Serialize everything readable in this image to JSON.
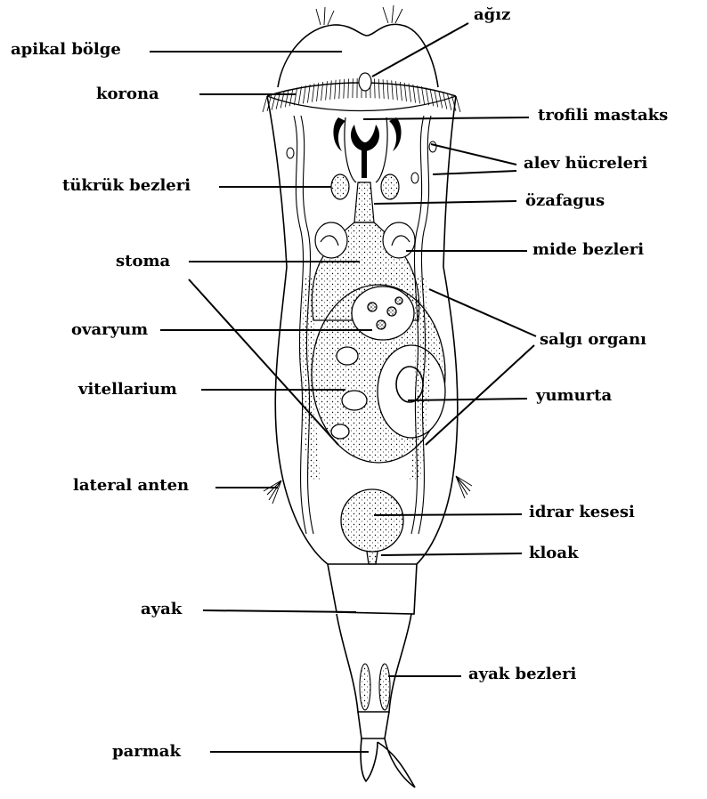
{
  "labels": {
    "agiz": "ağız",
    "apikal_bolge": "apikal bölge",
    "korona": "korona",
    "trofili_mastaks": "trofili mastaks",
    "alev_hucreleri": "alev hücreleri",
    "tukruk_bezleri": "tükrük bezleri",
    "ozafagus": "özafagus",
    "stoma": "stoma",
    "mide_bezleri": "mide bezleri",
    "ovaryum": "ovaryum",
    "salgi_organi": "salgı organı",
    "vitellarium": "vitellarium",
    "yumurta": "yumurta",
    "lateral_anten": "lateral anten",
    "idrar_kesesi": "idrar kesesi",
    "kloak": "kloak",
    "ayak": "ayak",
    "ayak_bezleri": "ayak bezleri",
    "parmak": "parmak"
  }
}
